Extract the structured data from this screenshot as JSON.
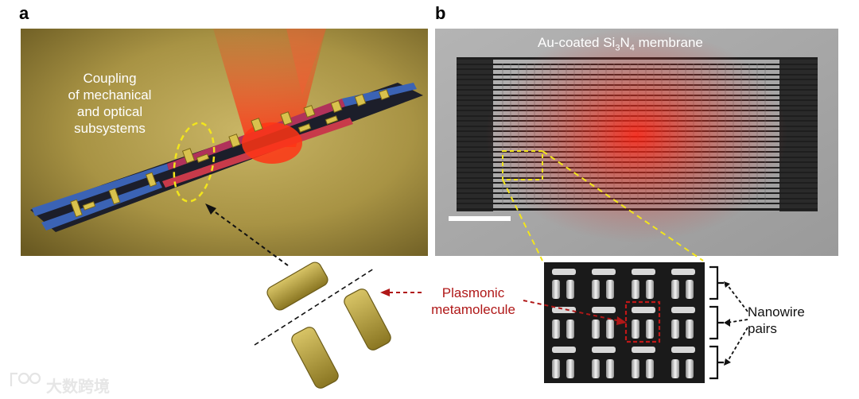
{
  "panels": {
    "a": {
      "letter": "a",
      "annotation": "Coupling\nof mechanical\nand optical\nsubsystems"
    },
    "b": {
      "letter": "b",
      "membrane_label_pre": "Au-coated Si",
      "sub1": "3",
      "membrane_label_mid": "N",
      "sub2": "4",
      "membrane_label_post": " membrane"
    }
  },
  "labels": {
    "plasmonic": "Plasmonic\nmetamolecule",
    "nanowire": "Nanowire\npairs"
  },
  "watermark": {
    "text": "大数跨境"
  },
  "colors": {
    "gold": "#b9a43c",
    "laser_red": "#ff2a10",
    "highlight_yellow": "#f2e51c",
    "red_label": "#b01818",
    "blue_wire": "#3b63b5"
  }
}
